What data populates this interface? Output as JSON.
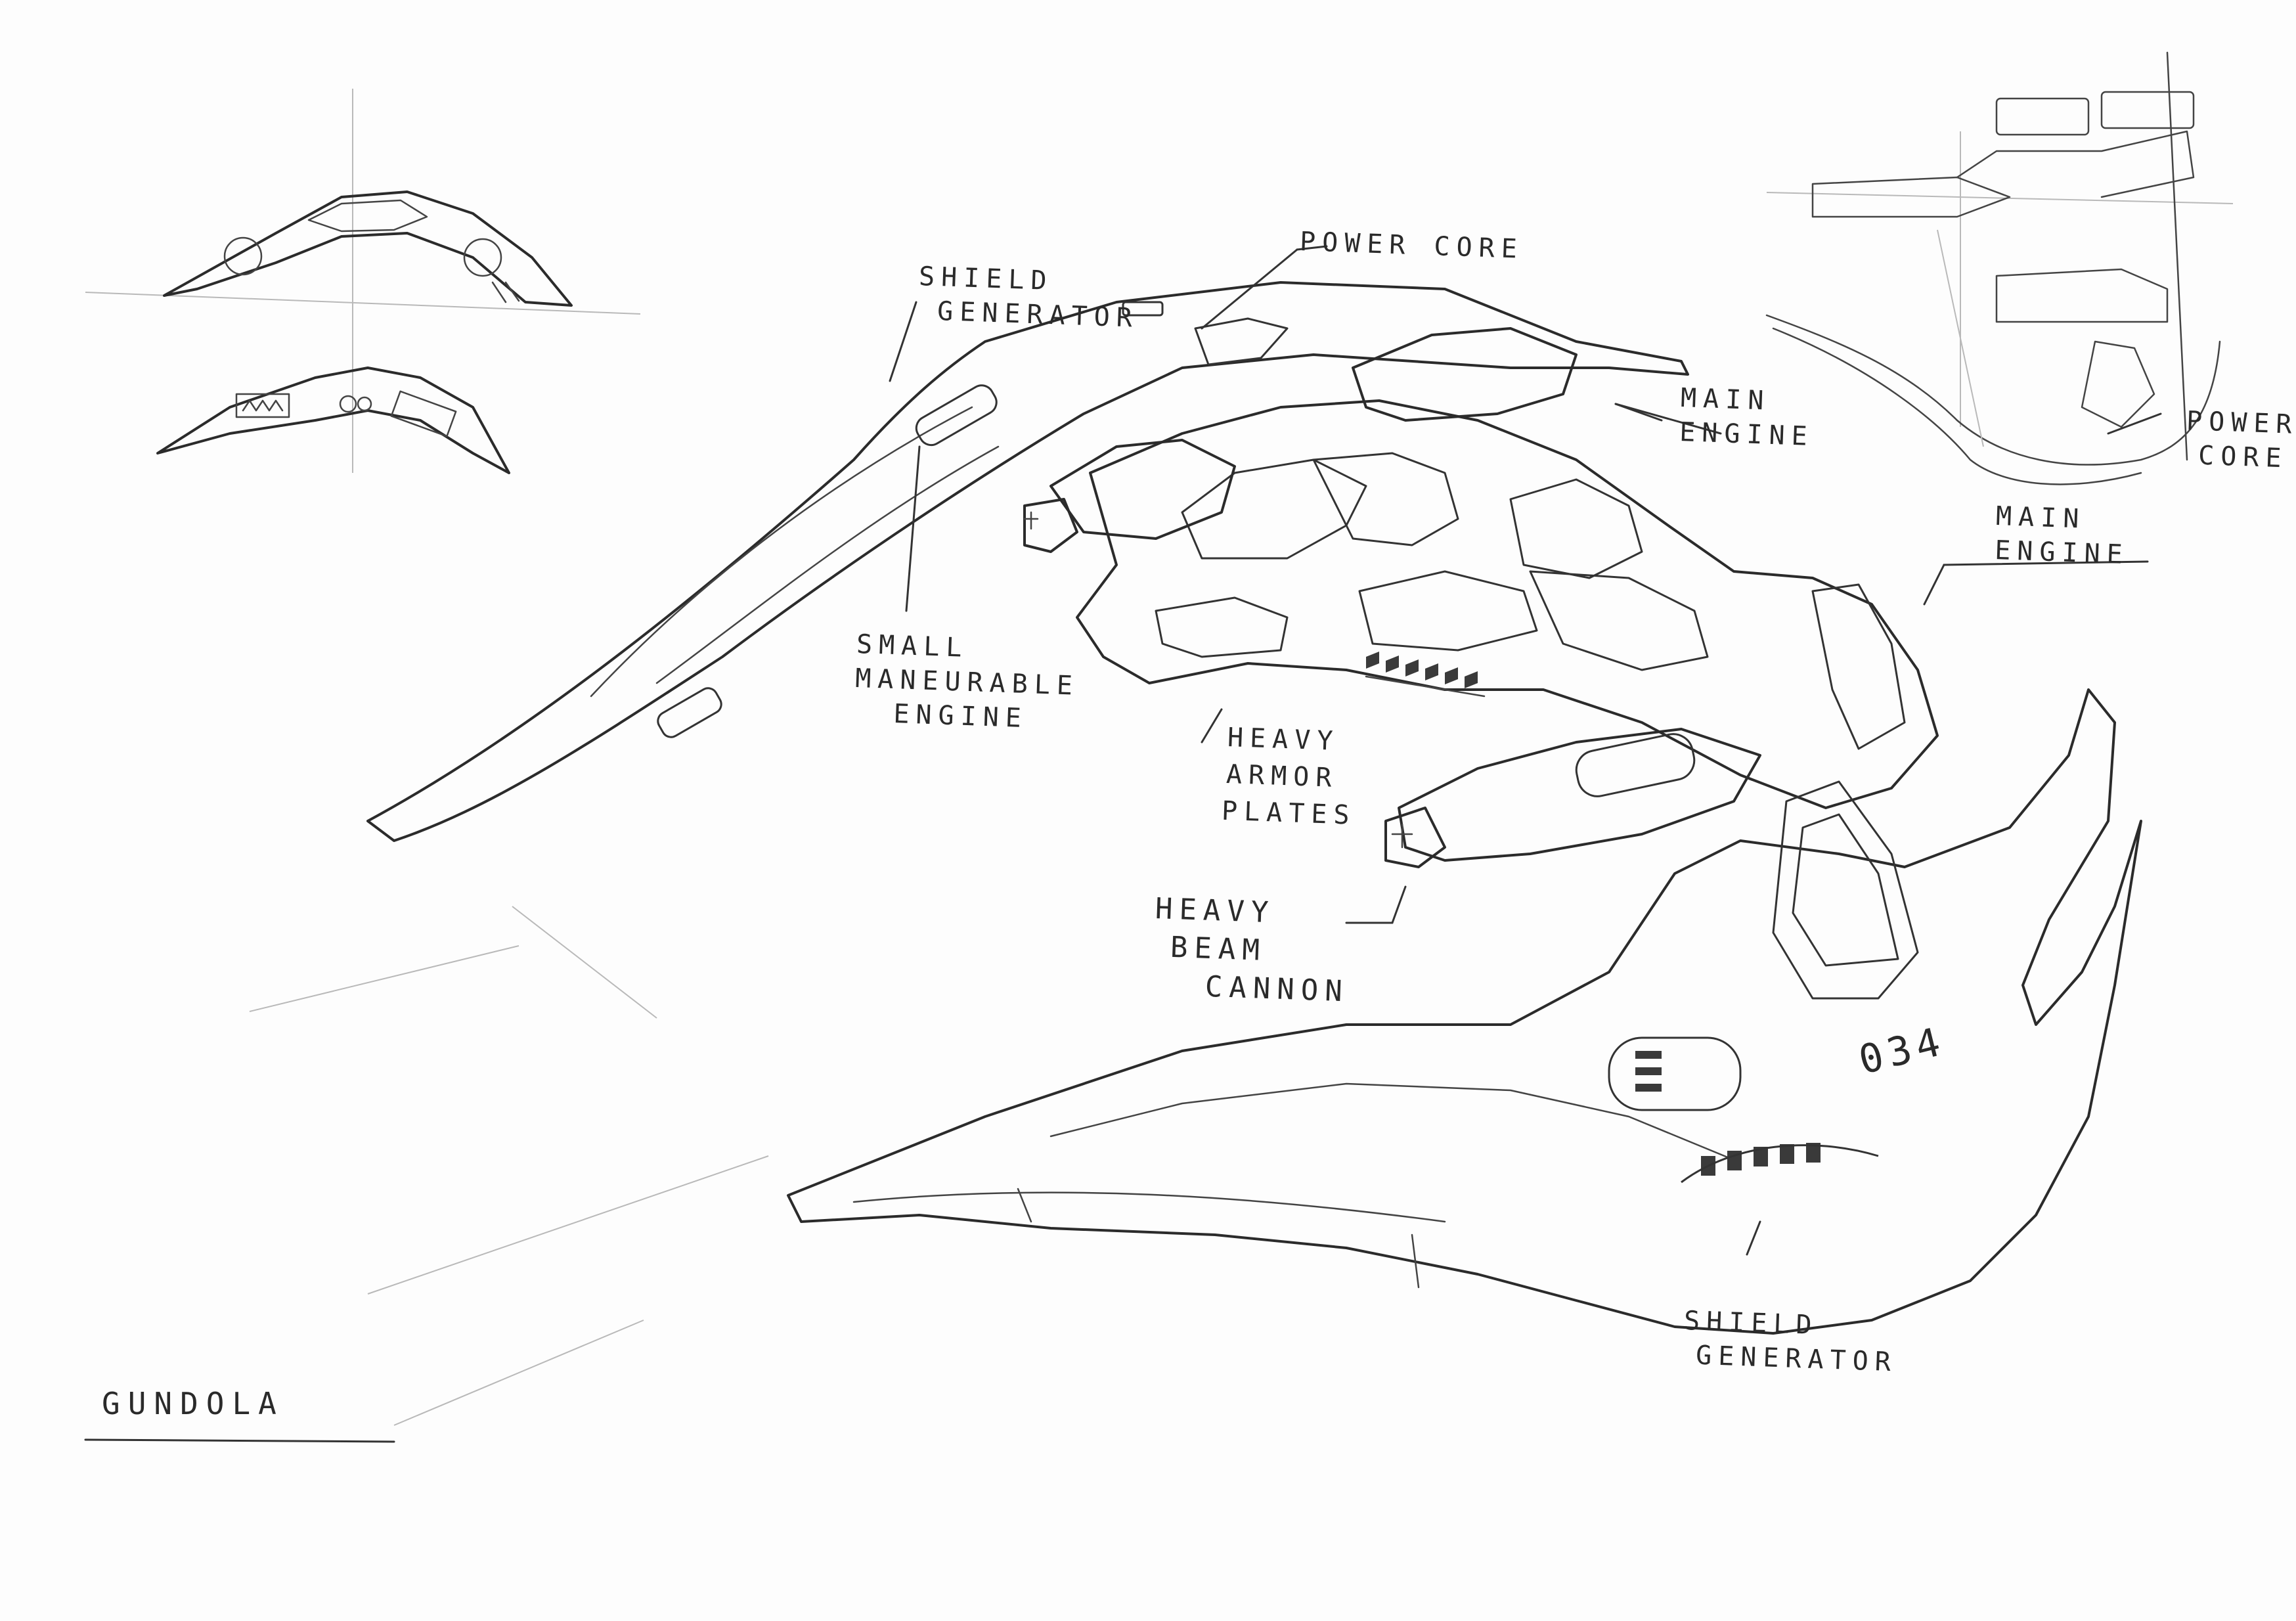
{
  "drawing": {
    "name": "GUNDOLA",
    "hull_number": "034"
  },
  "labels": {
    "shield_generator_top": [
      "SHIELD",
      "GENERATOR"
    ],
    "power_core_top": [
      "POWER CORE"
    ],
    "main_engine_top": [
      "MAIN",
      "ENGINE"
    ],
    "power_core_side": [
      "POWER",
      "CORE"
    ],
    "main_engine_right": [
      "MAIN",
      "ENGINE"
    ],
    "small_engine": [
      "SMALL",
      "MANEURABLE",
      "ENGINE"
    ],
    "heavy_armor": [
      "HEAVY",
      "ARMOR",
      "PLATES"
    ],
    "heavy_beam_cannon": [
      "HEAVY",
      "BEAM",
      "CANNON"
    ],
    "shield_generator_bottom": [
      "SHIELD",
      "GENERATOR"
    ]
  }
}
